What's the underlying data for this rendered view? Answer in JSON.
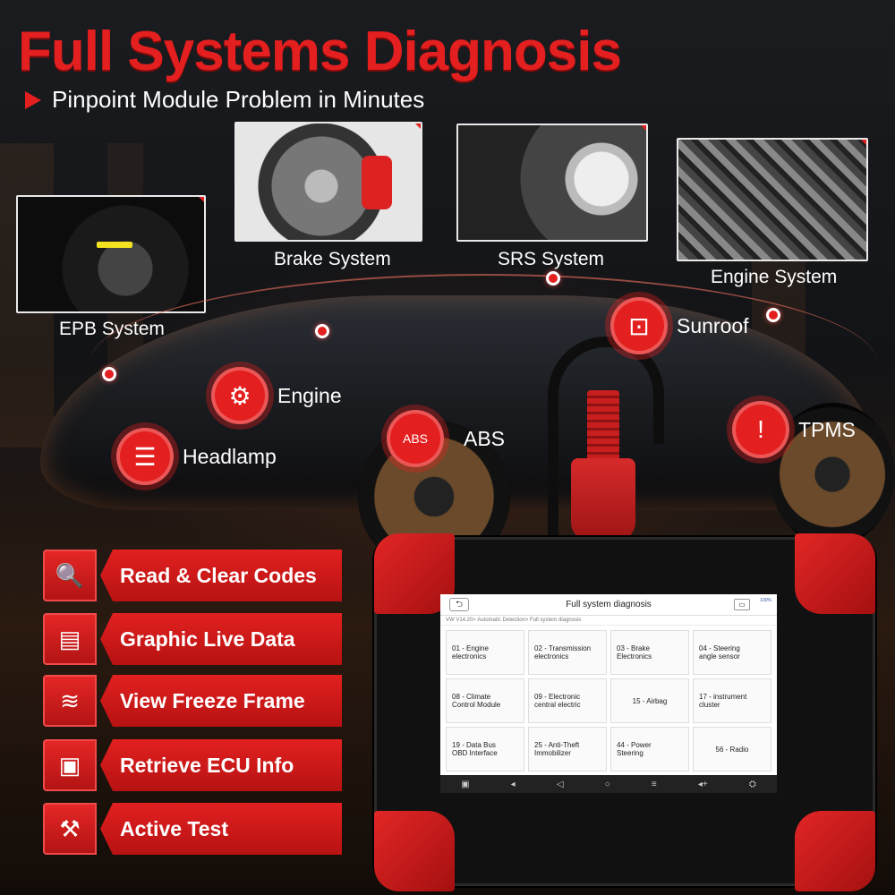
{
  "headline": "Full Systems Diagnosis",
  "subline": "Pinpoint Module Problem in Minutes",
  "systems": {
    "epb": "EPB System",
    "brake": "Brake System",
    "srs": "SRS System",
    "engine": "Engine System"
  },
  "features_on_car": {
    "sunroof": "Sunroof",
    "engine": "Engine",
    "headlamp": "Headlamp",
    "abs": "ABS",
    "tpms": "TPMS"
  },
  "functions": [
    "Read & Clear Codes",
    "Graphic Live Data",
    "View Freeze Frame",
    "Retrieve ECU Info",
    "Active Test"
  ],
  "screen": {
    "back": "⮌",
    "title": "Full system diagnosis",
    "battery": "100%",
    "breadcrumb": "VW V14.20> Automatic Detection> Full system diagnosis",
    "modules": [
      [
        "01 - Engine",
        "electronics"
      ],
      [
        "02 - Transmission",
        "electronics"
      ],
      [
        "03 - Brake",
        "Electronics"
      ],
      [
        "04 - Steering",
        "angle sensor"
      ],
      [
        "08 - Climate",
        "Control Module"
      ],
      [
        "09 - Electronic",
        "central electric"
      ],
      [
        "15 - Airbag",
        ""
      ],
      [
        "17 - instrument",
        "cluster"
      ],
      [
        "19 - Data Bus",
        "OBD Interface"
      ],
      [
        "25 - Anti-Theft",
        "Immobilizer"
      ],
      [
        "44 - Power",
        "Steering"
      ],
      [
        "56 - Radio",
        ""
      ]
    ]
  },
  "colors": {
    "accent": "#e41f1f",
    "dark": "#111111"
  }
}
